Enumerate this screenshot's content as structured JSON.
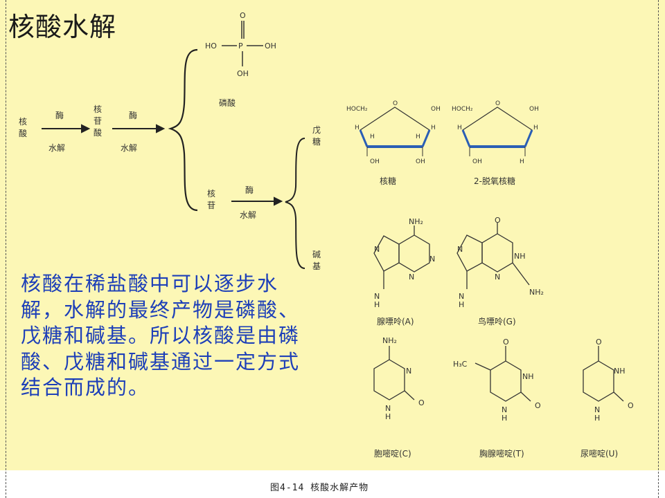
{
  "slide": {
    "title": "核酸水解",
    "body": "核酸在稀盐酸中可以逐步水解，水解的最终产物是磷酸、戊糖和碱基。所以核酸是由磷酸、戊糖和碱基通过一定方式结合而成的。"
  },
  "diagram": {
    "nucleic_acid": "核酸",
    "nucleotide": "核苷酸",
    "nucleoside": "核苷",
    "enzyme_label": "酶",
    "hydrolysis_label": "水解",
    "phosphoric_acid": "磷酸",
    "pentose": "戊糖",
    "base": "碱基",
    "phosphate_formula": {
      "p": "P",
      "o": "O",
      "ho": "HO",
      "oh": "OH"
    },
    "sugars": [
      "核糖",
      "2-脱氧核糖"
    ],
    "purines": [
      "腺嘌呤(A)",
      "鸟嘌呤(G)"
    ],
    "pyrimidines": [
      "胞嘧啶(C)",
      "胸腺嘧啶(T)",
      "尿嘧啶(U)"
    ],
    "chem": {
      "nh2": "NH₂",
      "n": "N",
      "nh": "NH",
      "h": "H",
      "o": "O",
      "oh": "OH",
      "hoch2": "HOCH₂",
      "h3c": "H₃C"
    }
  },
  "figure_caption": "图4-14   核酸水解产物"
}
